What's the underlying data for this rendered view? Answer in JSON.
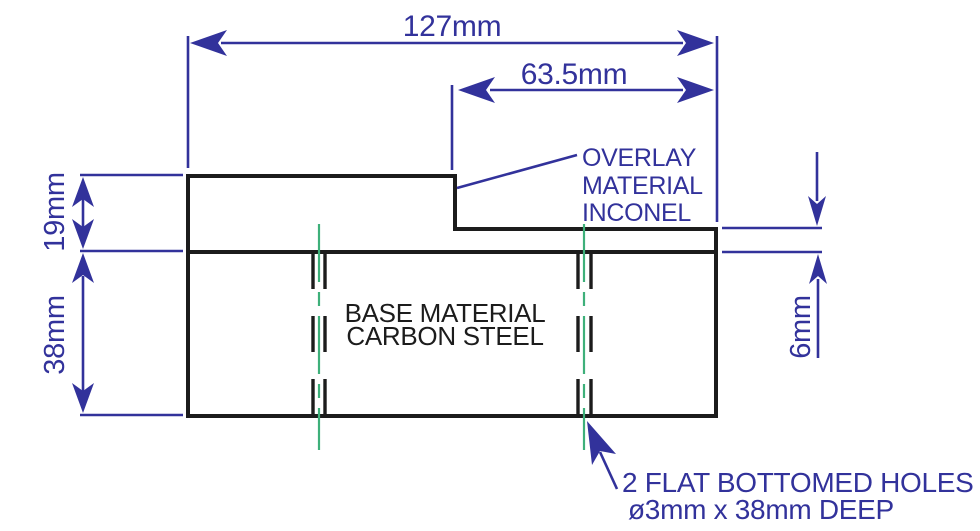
{
  "drawing": {
    "dimensions": {
      "total_width": "127mm",
      "overlay_step_width": "63.5mm",
      "overlay_thickness": "19mm",
      "base_thickness": "38mm",
      "thin_overlay_thickness": "6mm"
    },
    "overlay_callout": {
      "line1": "OVERLAY",
      "line2": "MATERIAL",
      "line3": "INCONEL"
    },
    "base_label": {
      "line1": "BASE MATERIAL",
      "line2": "CARBON STEEL"
    },
    "holes_callout": {
      "line1": "2 FLAT BOTTOMED HOLES",
      "line2": "ø3mm x 38mm DEEP"
    },
    "colors": {
      "dimension_blue": "#32329b",
      "centerline_green": "#3eb07a",
      "outline_black": "#1c1c1c"
    }
  }
}
